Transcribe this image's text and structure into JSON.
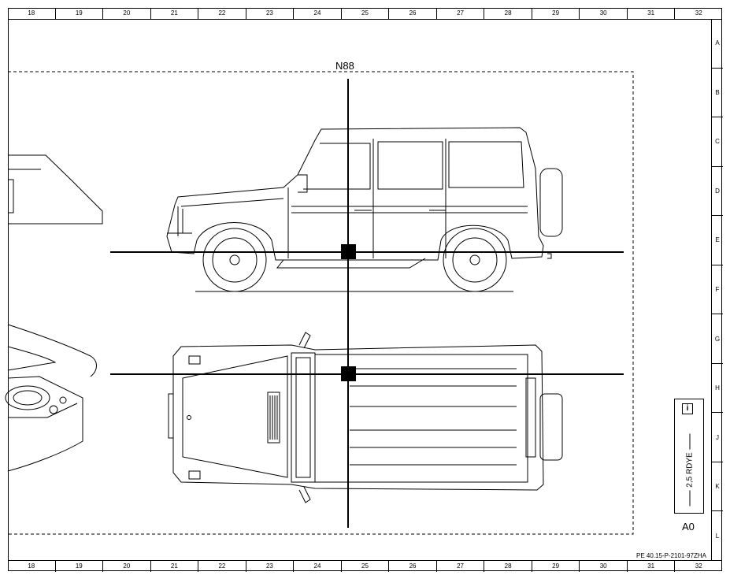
{
  "grid": {
    "columns": [
      "18",
      "19",
      "20",
      "21",
      "22",
      "23",
      "24",
      "25",
      "26",
      "27",
      "28",
      "29",
      "30",
      "31",
      "32"
    ],
    "rows": [
      "A",
      "B",
      "C",
      "D",
      "E",
      "F",
      "G",
      "H",
      "J",
      "K",
      "L"
    ]
  },
  "component": {
    "code": "N88"
  },
  "legend": {
    "info_symbol": "i",
    "wire_label": "2,5 RDYE",
    "variant": "A0"
  },
  "document": {
    "reference": "PE 40.15-P-2101-97ZHA"
  }
}
